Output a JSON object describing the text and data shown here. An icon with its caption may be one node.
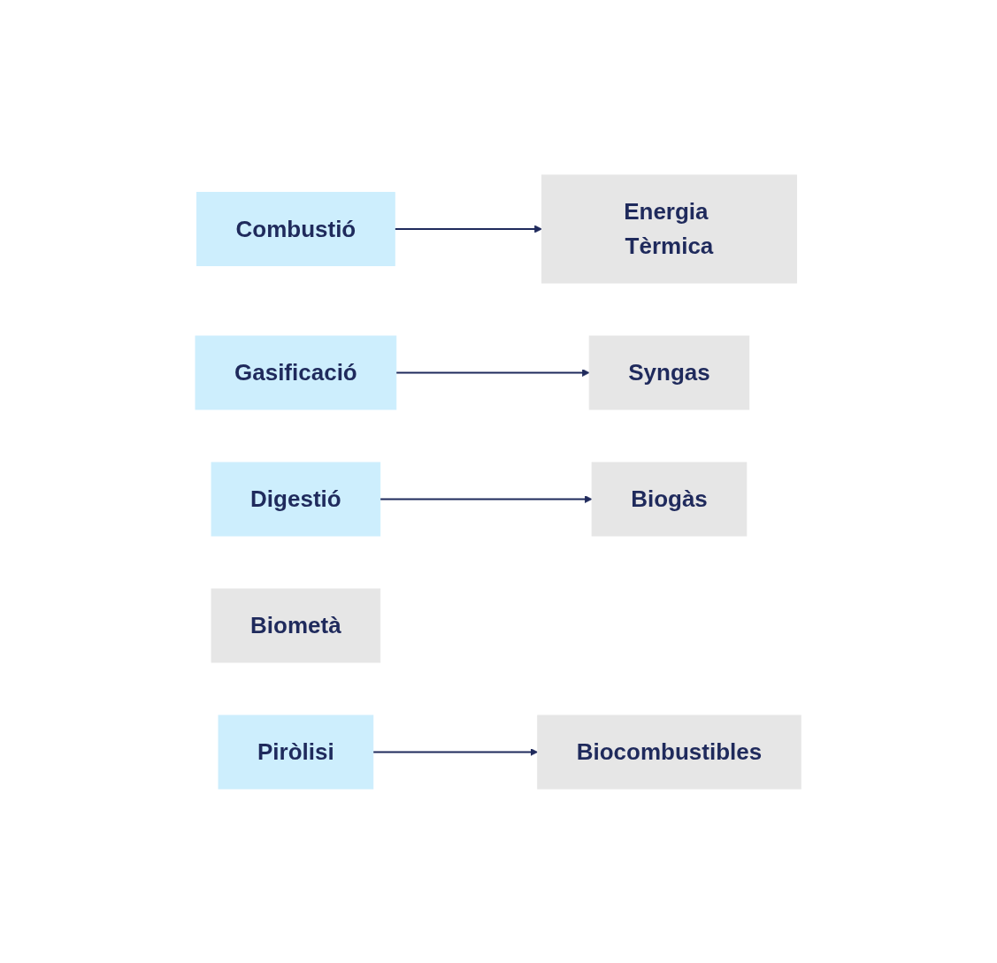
{
  "diagram": {
    "nodes": [
      {
        "text": [
          "Combustió"
        ]
      },
      {
        "text": [
          "Energia Tèrmica"
        ]
      },
      {
        "text": [
          "Gasificació"
        ]
      },
      {
        "text": [
          "Syngas"
        ]
      },
      {
        "text": [
          "Digestió"
        ]
      },
      {
        "text": [
          "Biogàs"
        ]
      },
      {
        "text": [
          "Biometà"
        ]
      },
      {
        "text": [
          "Piròlisi"
        ]
      },
      {
        "text": [
          "Biocombustibles"
        ]
      }
    ],
    "edges": [
      {
        "from": 0,
        "to": 1,
        "arrow": "to"
      },
      {
        "from": 2,
        "to": 3,
        "arrow": "to"
      },
      {
        "from": 4,
        "to": 5,
        "arrow": "to"
      },
      {
        "from": 7,
        "to": 8,
        "arrow": "to"
      }
    ]
  }
}
